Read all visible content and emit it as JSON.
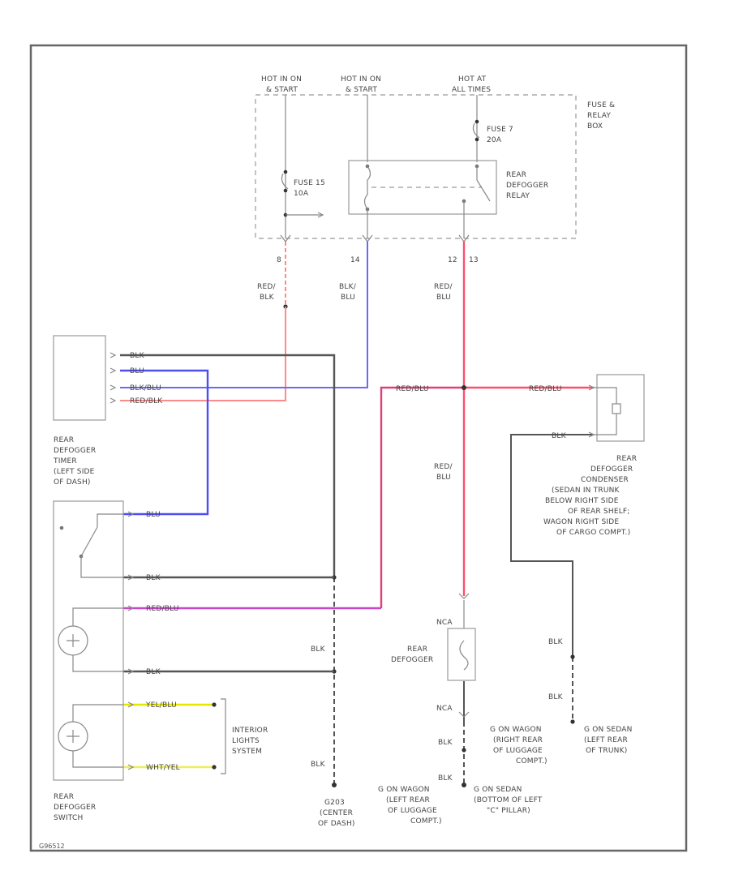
{
  "colors": {
    "wire_black": "#555555",
    "wire_blue": "#4d4df0",
    "wire_red": "#ff4d6a",
    "wire_red_light": "#ff8a8a",
    "wire_red_blue": "#e0407a",
    "wire_red_blue_violet": "#cc44cc",
    "wire_yellow": "#e6e600",
    "wire_white_yellow": "#eeee55",
    "outline": "#999999"
  },
  "fuse_box": {
    "hot_1": [
      "HOT IN ON",
      "& START"
    ],
    "hot_2": [
      "HOT IN ON",
      "& START"
    ],
    "hot_3": [
      "HOT AT",
      "ALL TIMES"
    ],
    "label": [
      "FUSE &",
      "RELAY",
      "BOX"
    ],
    "fuse_7": [
      "FUSE 7",
      "20A"
    ],
    "fuse_15": [
      "FUSE 15",
      "10A"
    ],
    "relay": [
      "REAR",
      "DEFOGGER",
      "RELAY"
    ],
    "pin_1": "8",
    "pin_2": "14",
    "pin_3": "12",
    "pin_4": "13"
  },
  "wires": {
    "red_blk": [
      "RED/",
      "BLK"
    ],
    "blk_blu": [
      "BLK/",
      "BLU"
    ],
    "red_blu_top": [
      "RED/",
      "BLU"
    ],
    "red_blu_mid": [
      "RED/",
      "BLU"
    ],
    "timer_1": "BLK",
    "timer_2": "BLU",
    "timer_3": "BLK/BLU",
    "timer_4": "RED/BLK",
    "redblu_h1": "RED/BLU",
    "redblu_h2": "RED/BLU",
    "cond_blk": "BLK",
    "sw_1": "BLU",
    "sw_2": "BLK",
    "sw_3": "RED/BLU",
    "sw_4": "BLK",
    "sw_5": "YEL/BLU",
    "sw_6": "WHT/YEL",
    "blk_g": "BLK",
    "blk_g2": "BLK",
    "nca": "NCA",
    "nca2": "NCA",
    "blk_d1": "BLK",
    "blk_d2": "BLK",
    "blk_r1": "BLK",
    "blk_r2": "BLK"
  },
  "components": {
    "timer": [
      "REAR",
      "DEFOGGER",
      "TIMER",
      "(LEFT SIDE",
      "OF DASH)"
    ],
    "condenser": [
      "REAR",
      "DEFOGGER",
      "CONDENSER",
      "(SEDAN IN TRUNK",
      "BELOW RIGHT SIDE",
      "OF REAR SHELF;",
      "WAGON RIGHT SIDE",
      "OF CARGO COMPT.)"
    ],
    "switch": [
      "REAR",
      "DEFOGGER",
      "SWITCH"
    ],
    "interior": [
      "INTERIOR",
      "LIGHTS",
      "SYSTEM"
    ],
    "defogger": [
      "REAR",
      "DEFOGGER"
    ],
    "g203": [
      "G203",
      "(CENTER",
      "OF DASH)"
    ],
    "wagon_left": [
      "G ON WAGON",
      "(LEFT REAR",
      "OF LUGGAGE",
      "COMPT.)"
    ],
    "sedan_left": [
      "G ON SEDAN",
      "(BOTTOM OF LEFT",
      "\"C\" PILLAR)"
    ],
    "wagon_right": [
      "G ON WAGON",
      "(RIGHT REAR",
      "OF LUGGAGE",
      "COMPT.)"
    ],
    "sedan_right": [
      "G ON SEDAN",
      "(LEFT REAR",
      "OF TRUNK)"
    ]
  },
  "footer_code": "G96512"
}
